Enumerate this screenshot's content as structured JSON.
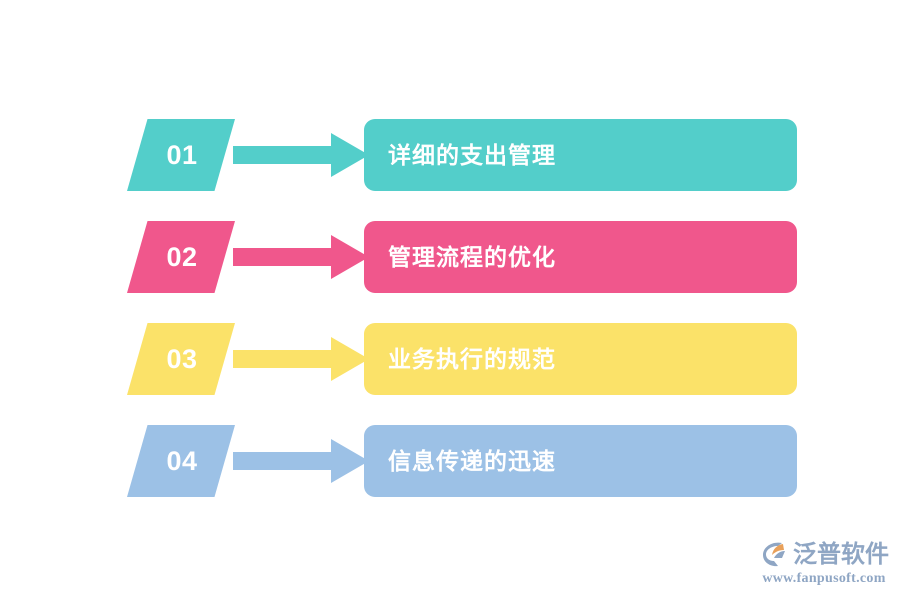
{
  "diagram": {
    "type": "numbered-step-list",
    "background_color": "#ffffff",
    "steps": [
      {
        "number": "01",
        "label": "详细的支出管理",
        "color": "#53cecA",
        "badge_shape": "parallelogram",
        "arrow_icon": "right-block-arrow-icon"
      },
      {
        "number": "02",
        "label": "管理流程的优化",
        "color": "#f0578c",
        "badge_shape": "parallelogram",
        "arrow_icon": "right-block-arrow-icon"
      },
      {
        "number": "03",
        "label": "业务执行的规范",
        "color": "#fbe269",
        "badge_shape": "parallelogram",
        "arrow_icon": "right-block-arrow-icon"
      },
      {
        "number": "04",
        "label": "信息传递的迅速",
        "color": "#9cc1e6",
        "badge_shape": "parallelogram",
        "arrow_icon": "right-block-arrow-icon"
      }
    ]
  },
  "brand": {
    "mark_icon": "fanpu-swoosh-logo-icon",
    "name": "泛普软件",
    "url": "www.fanpusoft.com",
    "text_color": "#8fa6c4",
    "accent_color": "#e8a05a"
  }
}
